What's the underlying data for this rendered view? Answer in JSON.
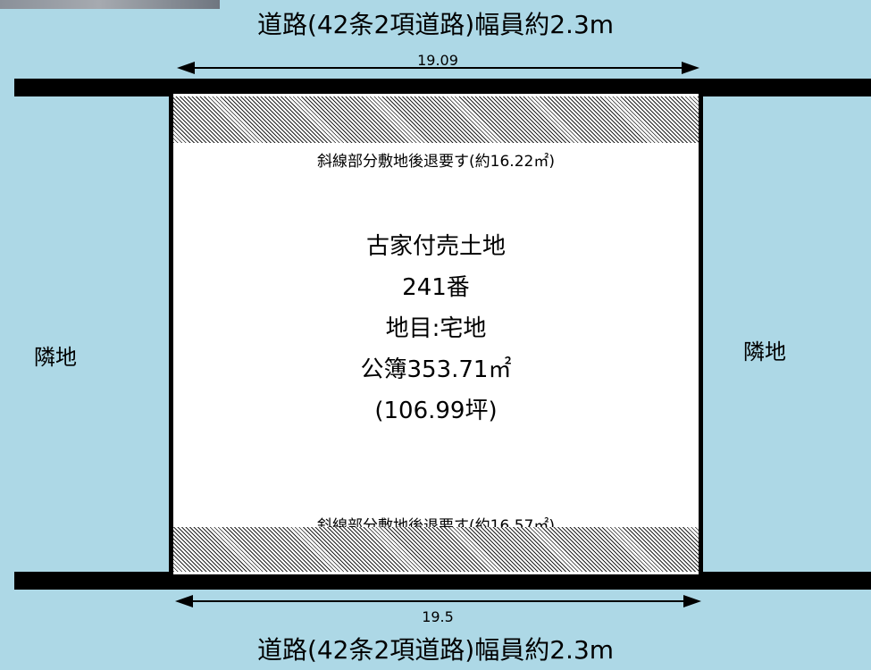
{
  "road_top": {
    "label": "道路(42条2項道路)幅員約2.3m",
    "frontage": "19.09"
  },
  "road_bottom": {
    "label": "道路(42条2項道路)幅員約2.3m",
    "frontage": "19.5"
  },
  "setback_top": "斜線部分敷地後退要す(約16.22㎡)",
  "setback_bottom": "斜線部分敷地後退要す(約16.57㎡)",
  "property": {
    "type": "古家付売土地",
    "lot_number": "241番",
    "land_category": "地目:宅地",
    "area_registry": "公簿353.71㎡",
    "area_tsubo": "(106.99坪)"
  },
  "neighbor_left": "隣地",
  "neighbor_right": "隣地",
  "colors": {
    "background": "#add8e6",
    "lot_fill": "#ffffff",
    "road": "#000000",
    "hatch": "#222222"
  }
}
